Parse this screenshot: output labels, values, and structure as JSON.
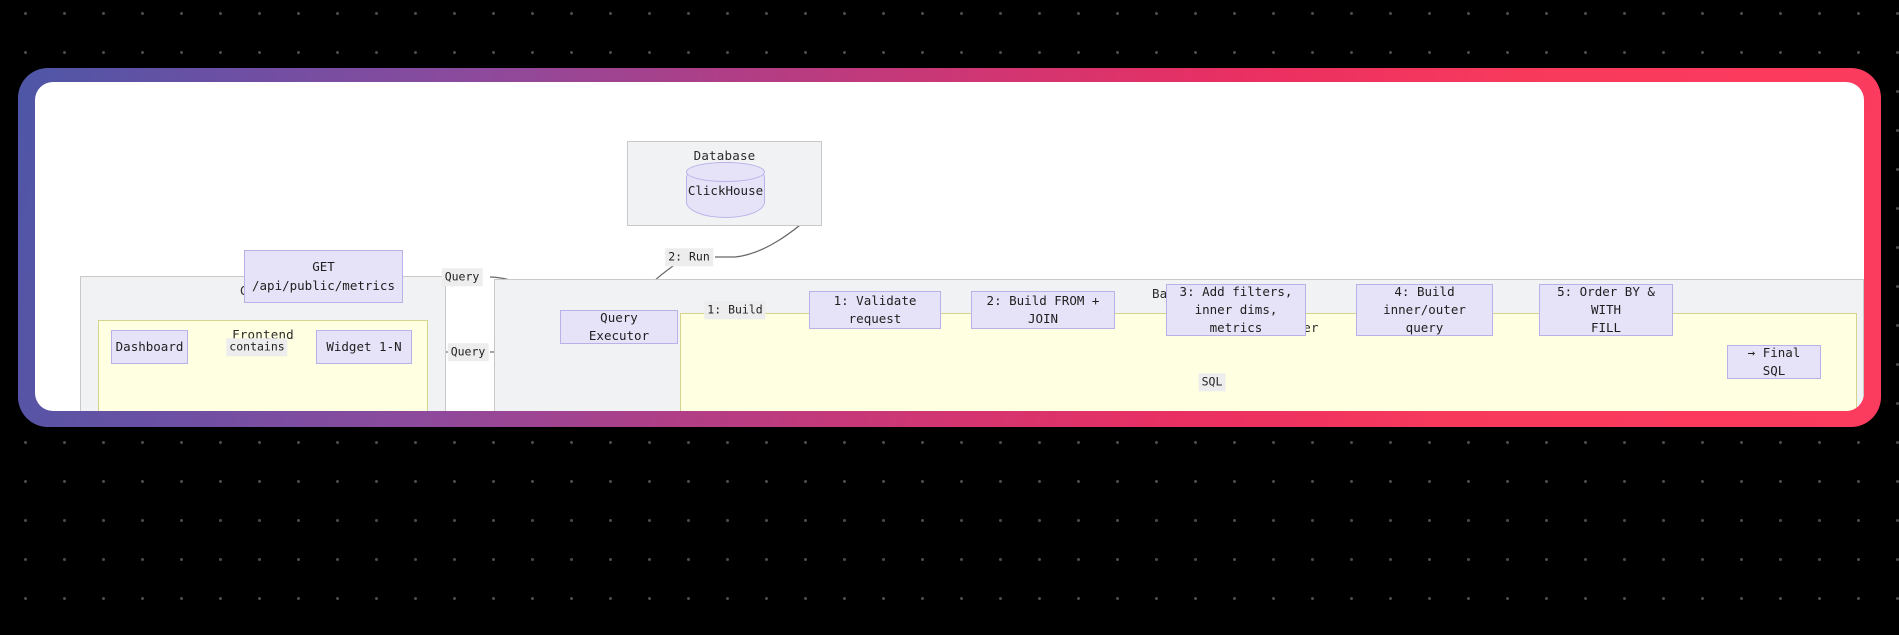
{
  "canvas": {
    "background_color": "#000000",
    "dot_color": "#4a4a4a",
    "card_background": "#ffffff",
    "frame_gradient_from": "#4e56a6",
    "frame_gradient_to": "#fb3c5f"
  },
  "clusters": {
    "client": {
      "title": "Client"
    },
    "frontend": {
      "title": "Frontend"
    },
    "database": {
      "title": "Database"
    },
    "backend": {
      "title": "Backend"
    },
    "query_builder": {
      "title": "Query Builder"
    }
  },
  "nodes": {
    "get_metrics": {
      "line1": "GET",
      "line2": "/api/public/metrics"
    },
    "dashboard": {
      "label": "Dashboard"
    },
    "widget": {
      "label": "Widget 1-N"
    },
    "clickhouse": {
      "label": "ClickHouse"
    },
    "query_executor": {
      "label": "Query Executor"
    },
    "step1": {
      "line1": "1: Validate request",
      "line2": ""
    },
    "step2": {
      "line1": "2: Build FROM + JOIN",
      "line2": ""
    },
    "step3": {
      "line1": "3: Add filters,",
      "line2": "inner dims, metrics"
    },
    "step4": {
      "line1": "4: Build",
      "line2": "inner/outer query"
    },
    "step5": {
      "line1": "5: Order BY & WITH",
      "line2": "FILL"
    },
    "final_sql": {
      "label": "→ Final SQL"
    }
  },
  "edge_labels": {
    "contains": "contains",
    "query_api": "Query",
    "query_widget": "Query",
    "run": "2: Run",
    "build": "1: Build",
    "sql": "SQL"
  }
}
